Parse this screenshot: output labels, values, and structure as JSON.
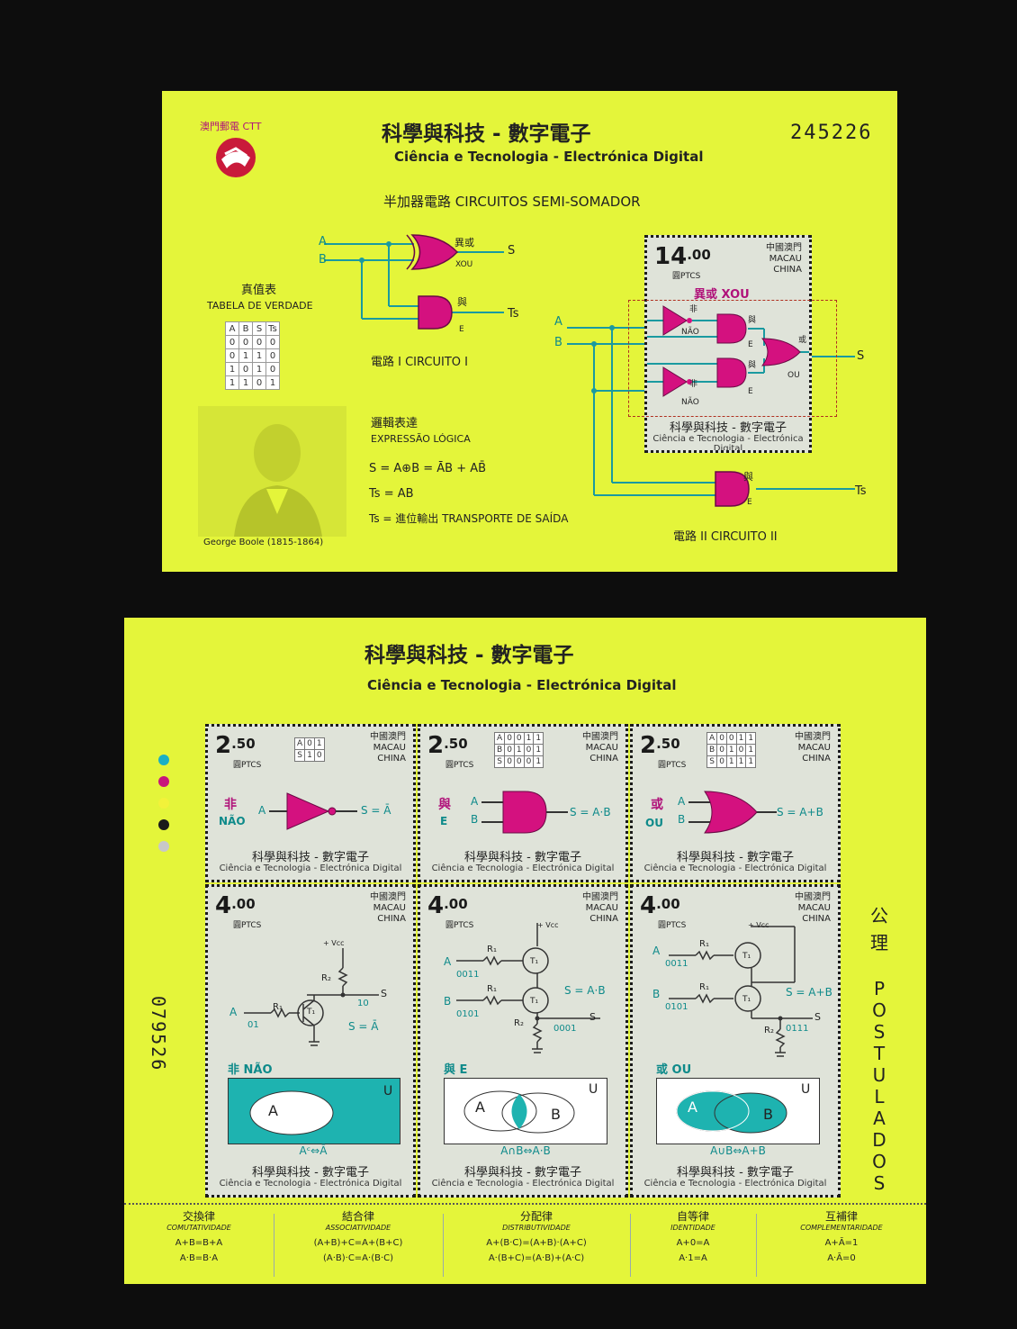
{
  "top_sheet": {
    "brand": "澳門郵電 CTT",
    "title_zh": "科學與科技 - 數字電子",
    "title_pt": "Ciência e Tecnologia - Electrónica Digital",
    "serial": "245226",
    "circuit_title": "半加器電路  CIRCUITOS SEMI-SOMADOR",
    "truth_zh": "真值表",
    "truth_pt": "TABELA DE VERDADE",
    "truth_header": [
      "A",
      "B",
      "S",
      "Ts"
    ],
    "truth_rows": [
      [
        "0",
        "0",
        "0",
        "0"
      ],
      [
        "0",
        "1",
        "1",
        "0"
      ],
      [
        "1",
        "0",
        "1",
        "0"
      ],
      [
        "1",
        "1",
        "0",
        "1"
      ]
    ],
    "circuit1": "電路 I  CIRCUITO I",
    "circuit2": "電路 II  CIRCUITO II",
    "logic_zh": "邏輯表達",
    "logic_pt": "EXPRESSÃO LÓGICA",
    "expr1": "S = A⊕B = ĀB + AB̄",
    "expr2": "Ts = AB",
    "expr3": "Ts = 進位輸出  TRANSPORTE DE SAÍDA",
    "portrait_caption": "George Boole (1815-1864)",
    "lbl_A": "A",
    "lbl_B": "B",
    "lbl_S": "S",
    "lbl_Ts": "Ts",
    "xor_zh": "異或",
    "xor_pt": "XOU",
    "and_zh": "與",
    "and_pt": "E",
    "not_zh": "非",
    "not_pt": "NÃO",
    "or_zh": "或",
    "or_pt": "OU",
    "stamp": {
      "value": "14",
      "cents": ".00",
      "currency": "圓PTCS",
      "country_zh": "中國澳門",
      "country1": "MACAU",
      "country2": "CHINA",
      "gate_label": "異或 XOU",
      "foot_zh": "科學與科技 - 數字電子",
      "foot_pt": "Ciência e Tecnologia - Electrónica Digital"
    }
  },
  "bottom_sheet": {
    "title_zh": "科學與科技 - 數字電子",
    "title_pt": "Ciência e Tecnologia - Electrónica Digital",
    "serial": "079526",
    "side_zh": "公理",
    "side_pt": "POSTULADOS",
    "country_zh": "中國澳門",
    "country1": "MACAU",
    "country2": "CHINA",
    "currency": "圓PTCS",
    "foot_zh": "科學與科技 - 數字電子",
    "foot_pt": "Ciência e Tecnologia - Electrónica Digital",
    "stamps_row1": [
      {
        "value": "2",
        "cents": ".50",
        "gate_zh": "非",
        "gate_pt": "NÃO",
        "expr": "S = Ā",
        "in1": "A",
        "in2": ""
      },
      {
        "value": "2",
        "cents": ".50",
        "gate_zh": "與",
        "gate_pt": "E",
        "expr": "S = A·B",
        "in1": "A",
        "in2": "B"
      },
      {
        "value": "2",
        "cents": ".50",
        "gate_zh": "或",
        "gate_pt": "OU",
        "expr": "S = A+B",
        "in1": "A",
        "in2": "B"
      }
    ],
    "stamps_row2": [
      {
        "value": "4",
        "cents": ".00",
        "set_label": "非 NÃO",
        "set_expr": "Aᶜ⇔Ā",
        "expr": "S = Ā",
        "vcc": "+ Vcc",
        "r1": "R₁",
        "r2": "R₂",
        "t1": "T₁",
        "a": "A",
        "a_bits": "01",
        "s": "S",
        "s_bits": "10",
        "setA": "A",
        "setU": "U"
      },
      {
        "value": "4",
        "cents": ".00",
        "set_label": "與 E",
        "set_expr": "A∩B⇔A·B",
        "expr": "S = A·B",
        "vcc": "+ Vcc",
        "r1": "R₁",
        "r2": "R₂",
        "t1": "T₁",
        "a": "A",
        "a_bits": "0011",
        "b": "B",
        "b_bits": "0101",
        "s": "S",
        "s_bits": "0001",
        "setA": "A",
        "setB": "B",
        "setU": "U"
      },
      {
        "value": "4",
        "cents": ".00",
        "set_label": "或 OU",
        "set_expr": "A∪B⇔A+B",
        "expr": "S = A+B",
        "vcc": "+ Vcc",
        "r1": "R₁",
        "r2": "R₂",
        "t1": "T₁",
        "a": "A",
        "a_bits": "0011",
        "b": "B",
        "b_bits": "0101",
        "s": "S",
        "s_bits": "0111",
        "setA": "A",
        "setB": "B",
        "setU": "U"
      }
    ],
    "laws": [
      {
        "zh": "交換律",
        "pt": "COMUTATIVIDADE",
        "f1": "A+B=B+A",
        "f2": "A·B=B·A"
      },
      {
        "zh": "結合律",
        "pt": "ASSOCIATIVIDADE",
        "f1": "(A+B)+C=A+(B+C)",
        "f2": "(A·B)·C=A·(B·C)"
      },
      {
        "zh": "分配律",
        "pt": "DISTRIBUTIVIDADE",
        "f1": "A+(B·C)=(A+B)·(A+C)",
        "f2": "A·(B+C)=(A·B)+(A·C)"
      },
      {
        "zh": "自等律",
        "pt": "IDENTIDADE",
        "f1": "A+0=A",
        "f2": "A·1=A"
      },
      {
        "zh": "互補律",
        "pt": "COMPLEMENTARIDADE",
        "f1": "A+Ā=1",
        "f2": "A·Ā=0"
      }
    ],
    "truth_not": {
      "r1": [
        "A",
        "0",
        "1"
      ],
      "r2": [
        "S",
        "1",
        "0"
      ]
    },
    "truth_and": {
      "r1": [
        "A",
        "0",
        "0",
        "1",
        "1"
      ],
      "r2": [
        "B",
        "0",
        "1",
        "0",
        "1"
      ],
      "r3": [
        "S",
        "0",
        "0",
        "0",
        "1"
      ]
    },
    "truth_or": {
      "r1": [
        "A",
        "0",
        "0",
        "1",
        "1"
      ],
      "r2": [
        "B",
        "0",
        "1",
        "0",
        "1"
      ],
      "r3": [
        "S",
        "0",
        "1",
        "1",
        "1"
      ]
    }
  },
  "colors": {
    "background": "#0d0d0d",
    "sheet": "#e4f53a",
    "gate": "#d4117f",
    "wire": "#1a9aa0",
    "stamp_bg": "#dfe3d9"
  }
}
